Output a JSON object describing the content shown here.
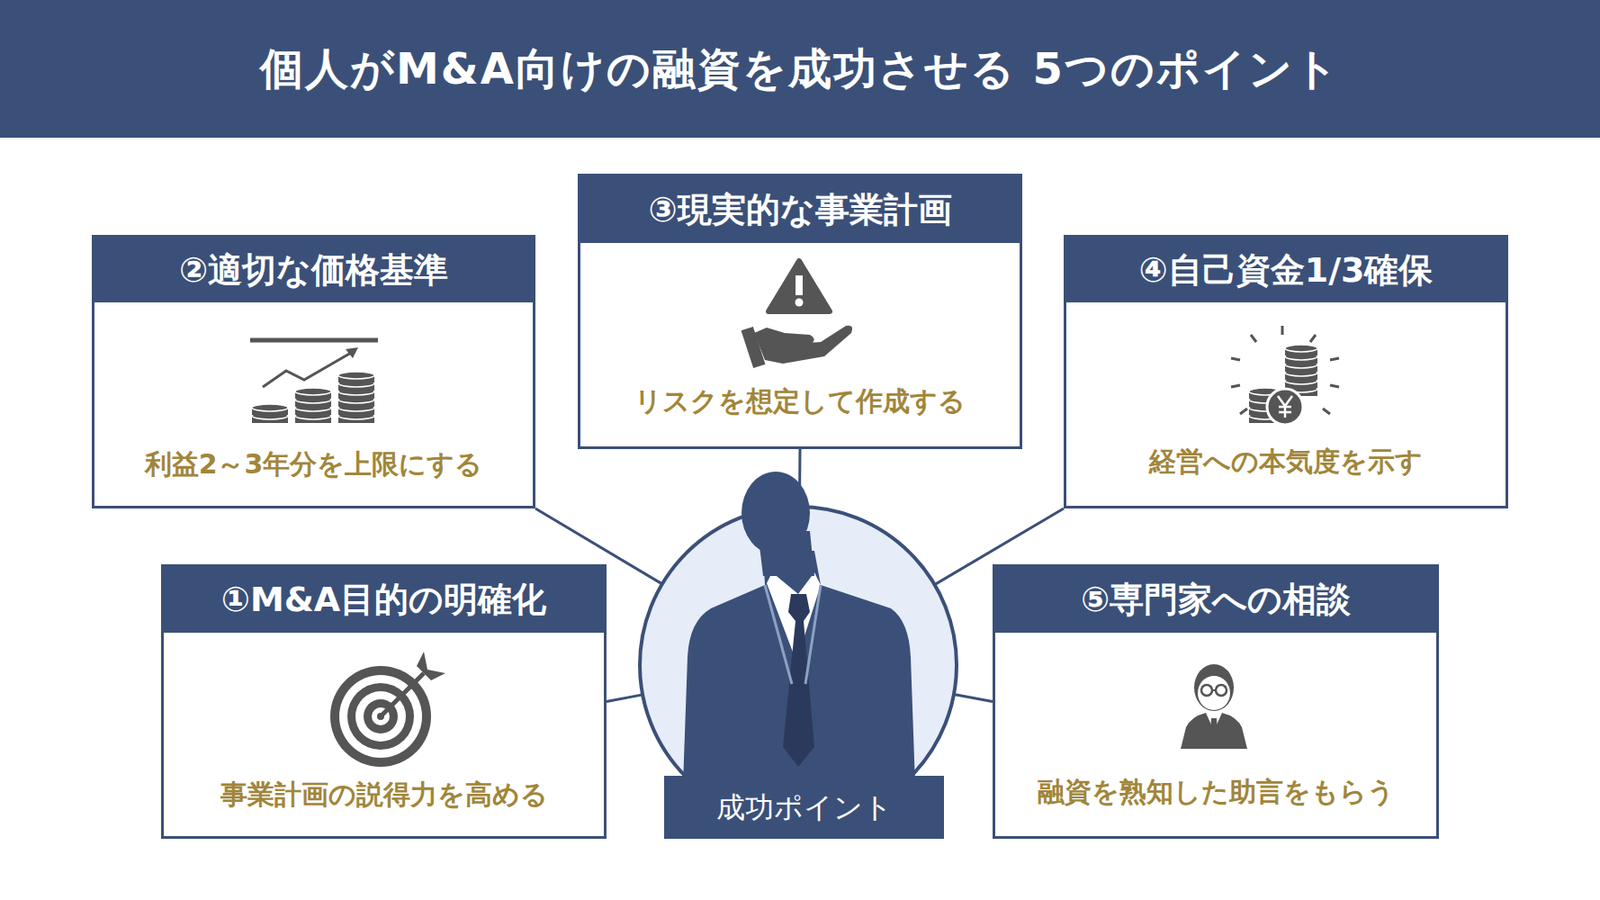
{
  "diagram": {
    "title": "個人がM&A向けの融資を成功させる 5つのポイント",
    "nodes": [
      {
        "text": [
          "①M&A目的の明確化",
          "事業計画の説得力を高める"
        ]
      },
      {
        "text": [
          "②適切な価格基準",
          "利益2～3年分を上限にする"
        ]
      },
      {
        "text": [
          "③現実的な事業計画",
          "リスクを想定して作成する"
        ]
      },
      {
        "text": [
          "④自己資金1/3確保",
          "経営への本気度を示す"
        ]
      },
      {
        "text": [
          "⑤専門家への相談",
          "融資を熟知した助言をもらう"
        ]
      },
      {
        "text": [
          "成功ポイント"
        ]
      }
    ],
    "edges": [
      {
        "from": 5,
        "to": 0,
        "arrow": "none"
      },
      {
        "from": 5,
        "to": 1,
        "arrow": "none"
      },
      {
        "from": 5,
        "to": 2,
        "arrow": "none"
      },
      {
        "from": 5,
        "to": 3,
        "arrow": "none"
      },
      {
        "from": 5,
        "to": 4,
        "arrow": "none"
      }
    ]
  }
}
